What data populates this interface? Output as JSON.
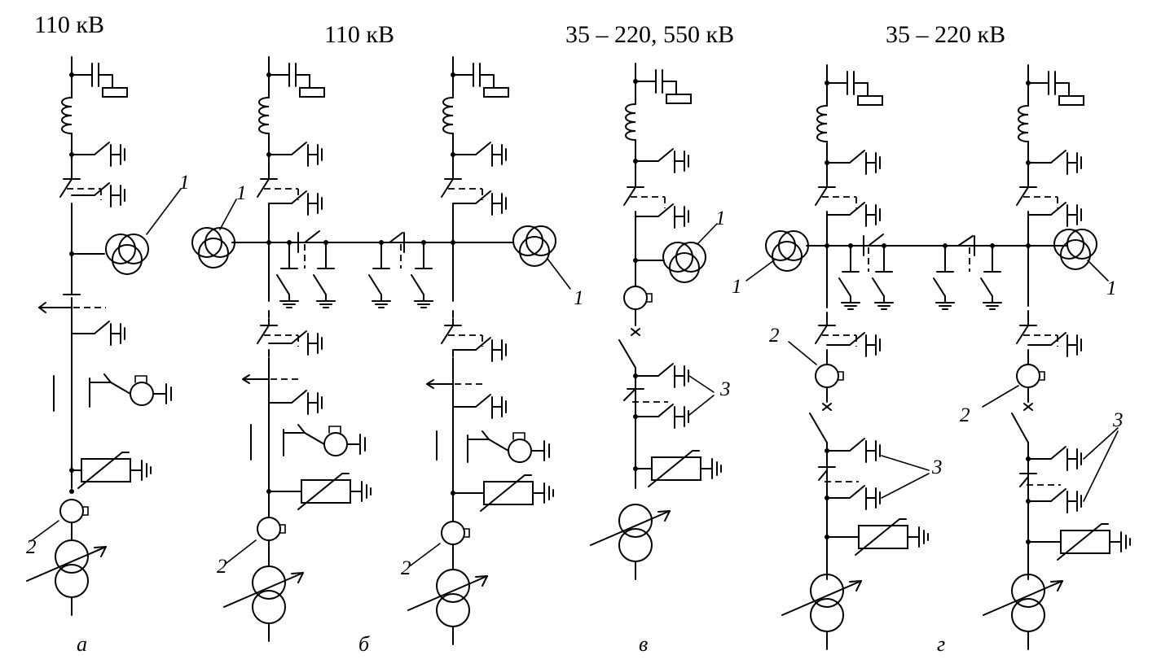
{
  "voltages": {
    "a": "110 кВ",
    "b": "110  кВ",
    "v": "35 – 220, 550 кВ",
    "g": "35 – 220 кВ"
  },
  "captions": {
    "a": "а",
    "b": "б",
    "v": "в",
    "g": "г"
  },
  "labels": {
    "n1": "1",
    "n2": "2",
    "n3": "3"
  }
}
